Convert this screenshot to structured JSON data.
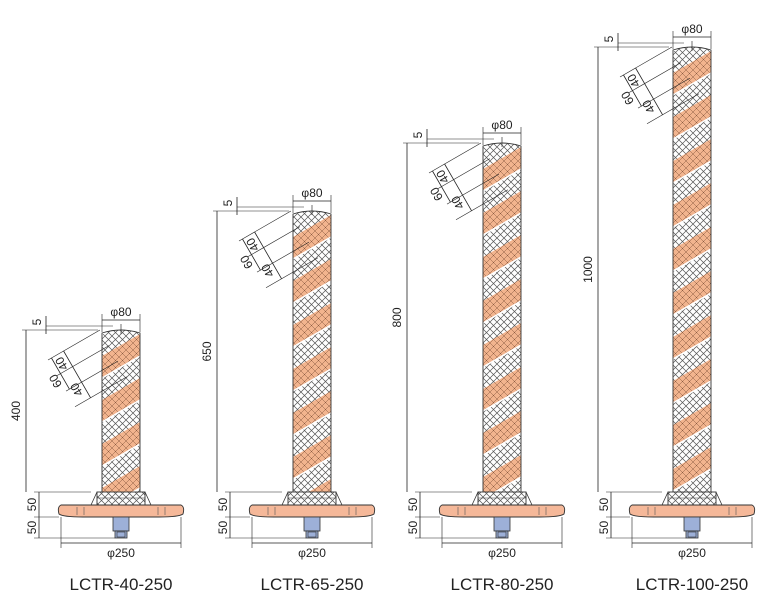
{
  "colors": {
    "reflective": "#f2b48e",
    "white": "#ffffff",
    "base": "#f5b899",
    "bolt": "#9db0d8",
    "line": "#222222"
  },
  "posts": [
    {
      "model": "LCTR-40-250",
      "height": "400",
      "top_dia": "φ80",
      "base_dia": "φ250",
      "dim_base_upper": "50",
      "dim_base_lower": "50",
      "dim_top_gap": "5",
      "stripe_pitch": "60",
      "stripe_a": "40",
      "stripe_b": "40"
    },
    {
      "model": "LCTR-65-250",
      "height": "650",
      "top_dia": "φ80",
      "base_dia": "φ250",
      "dim_base_upper": "50",
      "dim_base_lower": "50",
      "dim_top_gap": "5",
      "stripe_pitch": "60",
      "stripe_a": "40",
      "stripe_b": "40"
    },
    {
      "model": "LCTR-80-250",
      "height": "800",
      "top_dia": "φ80",
      "base_dia": "φ250",
      "dim_base_upper": "50",
      "dim_base_lower": "50",
      "dim_top_gap": "5",
      "stripe_pitch": "60",
      "stripe_a": "40",
      "stripe_b": "40"
    },
    {
      "model": "LCTR-100-250",
      "height": "1000",
      "top_dia": "φ80",
      "base_dia": "φ250",
      "dim_base_upper": "50",
      "dim_base_lower": "50",
      "dim_top_gap": "5",
      "stripe_pitch": "60",
      "stripe_a": "40",
      "stripe_b": "40"
    }
  ]
}
